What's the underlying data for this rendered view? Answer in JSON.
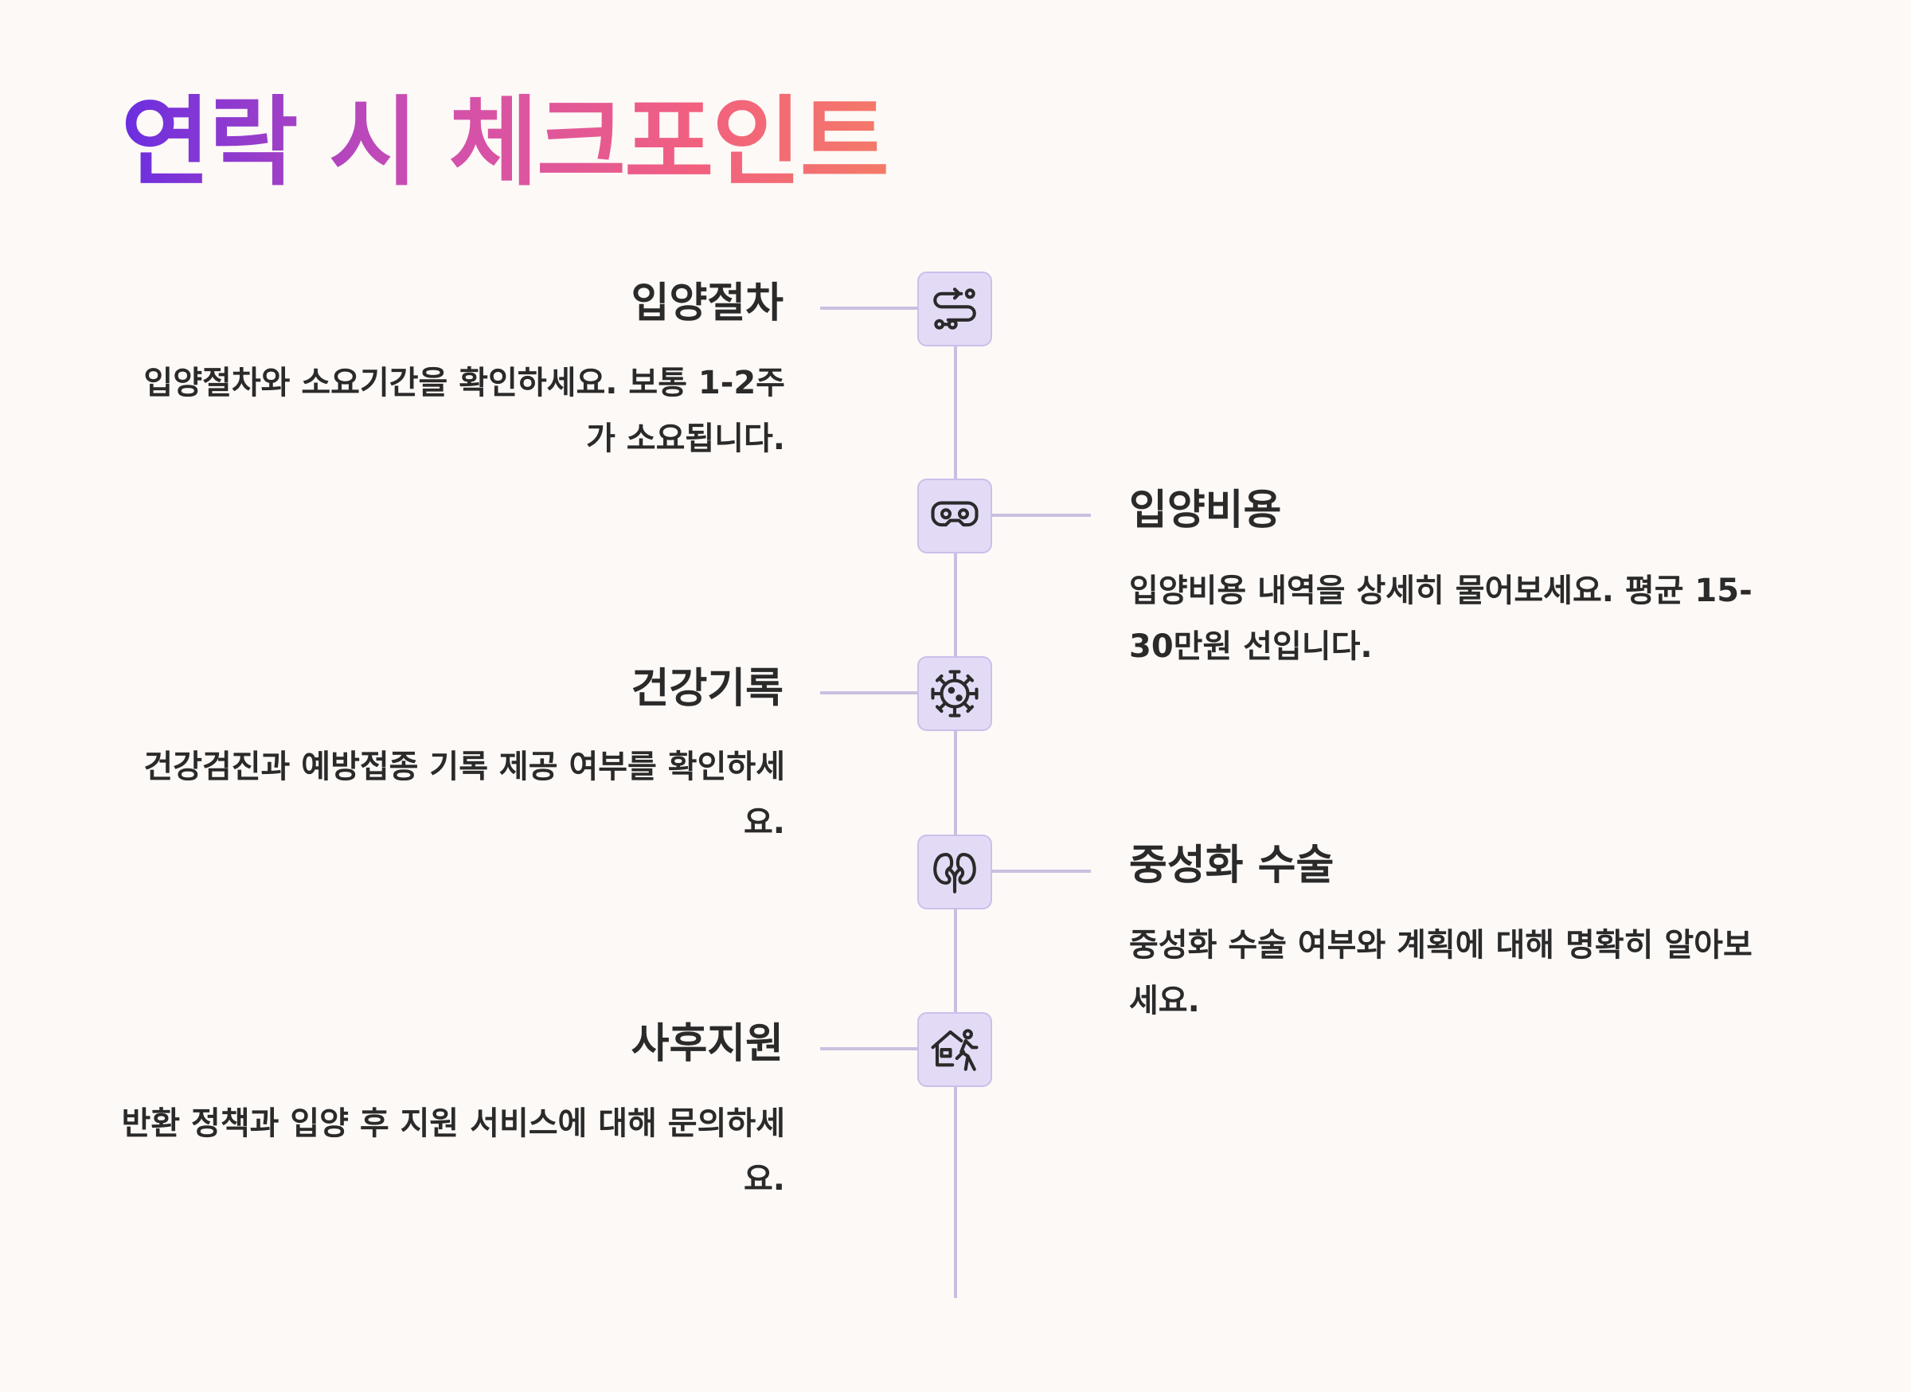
{
  "title": "연락 시 체크포인트",
  "items": [
    {
      "title": "입양절차",
      "description": "입양절차와 소요기간을 확인하세요. 보통 1-2주가 소요됩니다.",
      "icon": "route-icon",
      "side": "left"
    },
    {
      "title": "입양비용",
      "description": "입양비용 내역을 상세히 물어보세요. 평균 15-30만원 선입니다.",
      "icon": "vr-headset-icon",
      "side": "right"
    },
    {
      "title": "건강기록",
      "description": "건강검진과 예방접종 기록 제공 여부를 확인하세요.",
      "icon": "virus-icon",
      "side": "left"
    },
    {
      "title": "중성화 수술",
      "description": "중성화 수술 여부와 계획에 대해 명확히 알아보세요.",
      "icon": "kidneys-icon",
      "side": "right"
    },
    {
      "title": "사후지원",
      "description": "반환 정책과 입양 후 지원 서비스에 대해 문의하세요.",
      "icon": "house-person-icon",
      "side": "left"
    }
  ],
  "colors": {
    "background": "#fdf9f7",
    "line": "#c9c0e0",
    "node_fill": "#e3dbf6",
    "node_border": "#cbbfea",
    "title_gradient_start": "#6a2ee0",
    "title_gradient_end": "#f47a68",
    "text": "#2a2a2a"
  }
}
